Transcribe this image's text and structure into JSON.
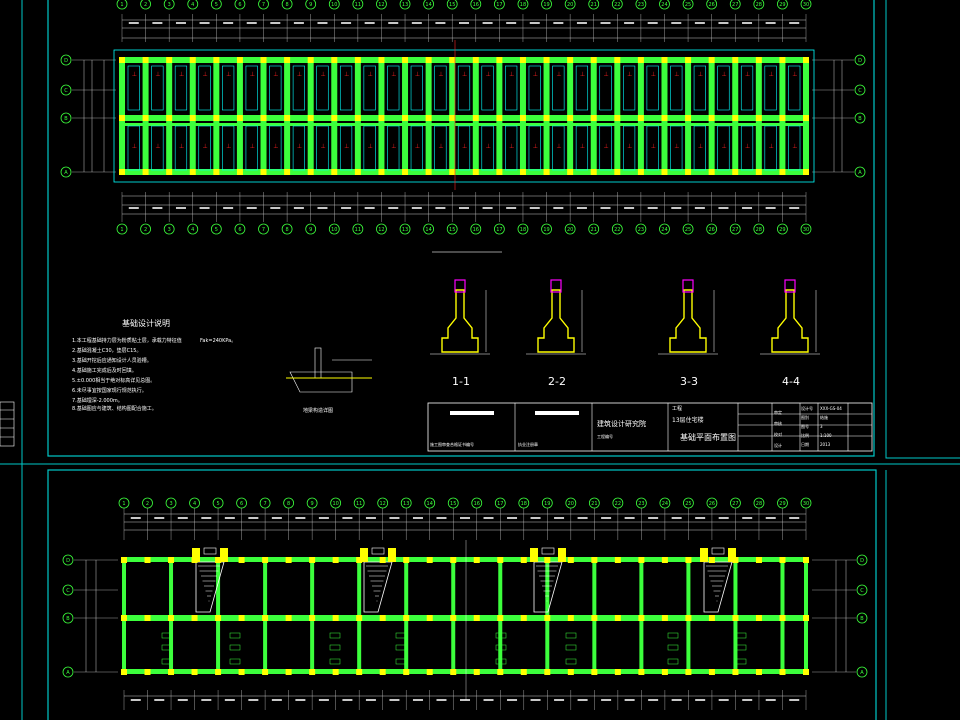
{
  "colors": {
    "background": "#000000",
    "frame": "#00c8c8",
    "dim": "#c8c8c8",
    "wall": "#3cff3c",
    "column": "#ffff00",
    "footing": "#00ffff",
    "marker": "#ff2020",
    "rebar": "#ff00ff",
    "text": "#ffffff"
  },
  "top_plan": {
    "axis_labels_bottom": [
      "1",
      "2",
      "3",
      "4",
      "5",
      "6",
      "7",
      "8",
      "9",
      "10",
      "11",
      "12",
      "13",
      "14",
      "15",
      "16",
      "17",
      "18",
      "19",
      "20",
      "21",
      "22",
      "23",
      "24",
      "25",
      "26",
      "27",
      "28",
      "29",
      "30"
    ],
    "row_labels": [
      "D",
      "C",
      "B",
      "A"
    ]
  },
  "notes": {
    "title": "基础设计说明",
    "lines": [
      "1.本工程基础持力层为粉质粘土层，承载力特征值",
      "2.基础混凝土C30，垫层C15。",
      "3.基础开挖后应通知设计人员验槽。",
      "4.基础施工完成后及时回填。",
      "5.±0.000相当于绝对标高详见总图。",
      "6.未尽事宜按国家现行规范执行。",
      "7.基础埋深-2.000m。",
      "8.基础图应与建筑、结构图配合施工。"
    ],
    "fak": "Fak=240KPa。"
  },
  "sections": [
    "1-1",
    "2-2",
    "3-3",
    "4-4"
  ],
  "detail_label": "地梁构造详图",
  "title_block": {
    "institute": "建筑设计研究院",
    "project_prefix": "工程",
    "project": "13层住宅楼",
    "drawing": "基础平面布置图",
    "sub": "工程编号",
    "left_caption_1": "施工图审查合格证书编号",
    "left_caption_2": "执业注册章",
    "roles": [
      "审定",
      "审核",
      "校对",
      "设计"
    ],
    "fields": [
      {
        "k": "设计号",
        "v": "XXX-GS-04"
      },
      {
        "k": "图别",
        "v": "结施"
      },
      {
        "k": "图号",
        "v": "3"
      },
      {
        "k": "比例",
        "v": "1:100"
      },
      {
        "k": "日期",
        "v": "2013"
      }
    ]
  },
  "bottom_plan": {
    "axis_labels_top": [
      "1",
      "2",
      "3",
      "4",
      "5",
      "6",
      "7",
      "8",
      "9",
      "10",
      "11",
      "12",
      "13",
      "14",
      "15",
      "16",
      "17",
      "18",
      "19",
      "20",
      "21",
      "22",
      "23",
      "24",
      "25",
      "26",
      "27",
      "28",
      "29",
      "30"
    ],
    "row_labels": [
      "D",
      "C",
      "B",
      "A"
    ]
  }
}
